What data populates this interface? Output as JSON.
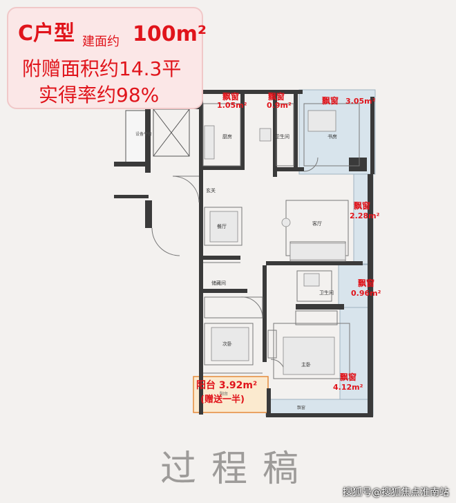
{
  "headline": {
    "type": "C户型",
    "built_area_label": "建面约",
    "built_area_value": "100m²",
    "bonus": "附赠面积约14.3平",
    "efficiency": "实得率约98%"
  },
  "rooms": {
    "kitchen": "厨房",
    "bathroom_top": "卫生间",
    "study": "书房",
    "equipment": "设备平台",
    "entry": "玄关",
    "dining": "餐厅",
    "living": "客厅",
    "storage": "储藏间",
    "bathroom_mid": "卫生间",
    "second_bedroom": "次卧",
    "master_bedroom": "主卧",
    "balcony": "阳台",
    "bay_window": "飘窗"
  },
  "bay_windows": {
    "bw1_title": "飘窗",
    "bw1_area": "1.05m²",
    "bw2_title": "飘窗",
    "bw2_area": "0.9m²",
    "bw3_title": "飘窗",
    "bw3_area": "3.05m²",
    "bw4_title": "飘窗",
    "bw4_area": "2.28m²",
    "bw5_title": "飘窗",
    "bw5_area": "0.96m²",
    "bw6_title": "飘窗",
    "bw6_area": "4.12m²"
  },
  "balcony": {
    "title": "阳台 3.92m²",
    "note": "(赠送一半)"
  },
  "watermark": "过程稿",
  "credit": "搜狐号@搜狐焦点淮南站",
  "colors": {
    "accent_red": "#e0141b",
    "wall": "#3a3a3a",
    "glass": "#d8e4ec",
    "background": "#f3f1ef"
  }
}
